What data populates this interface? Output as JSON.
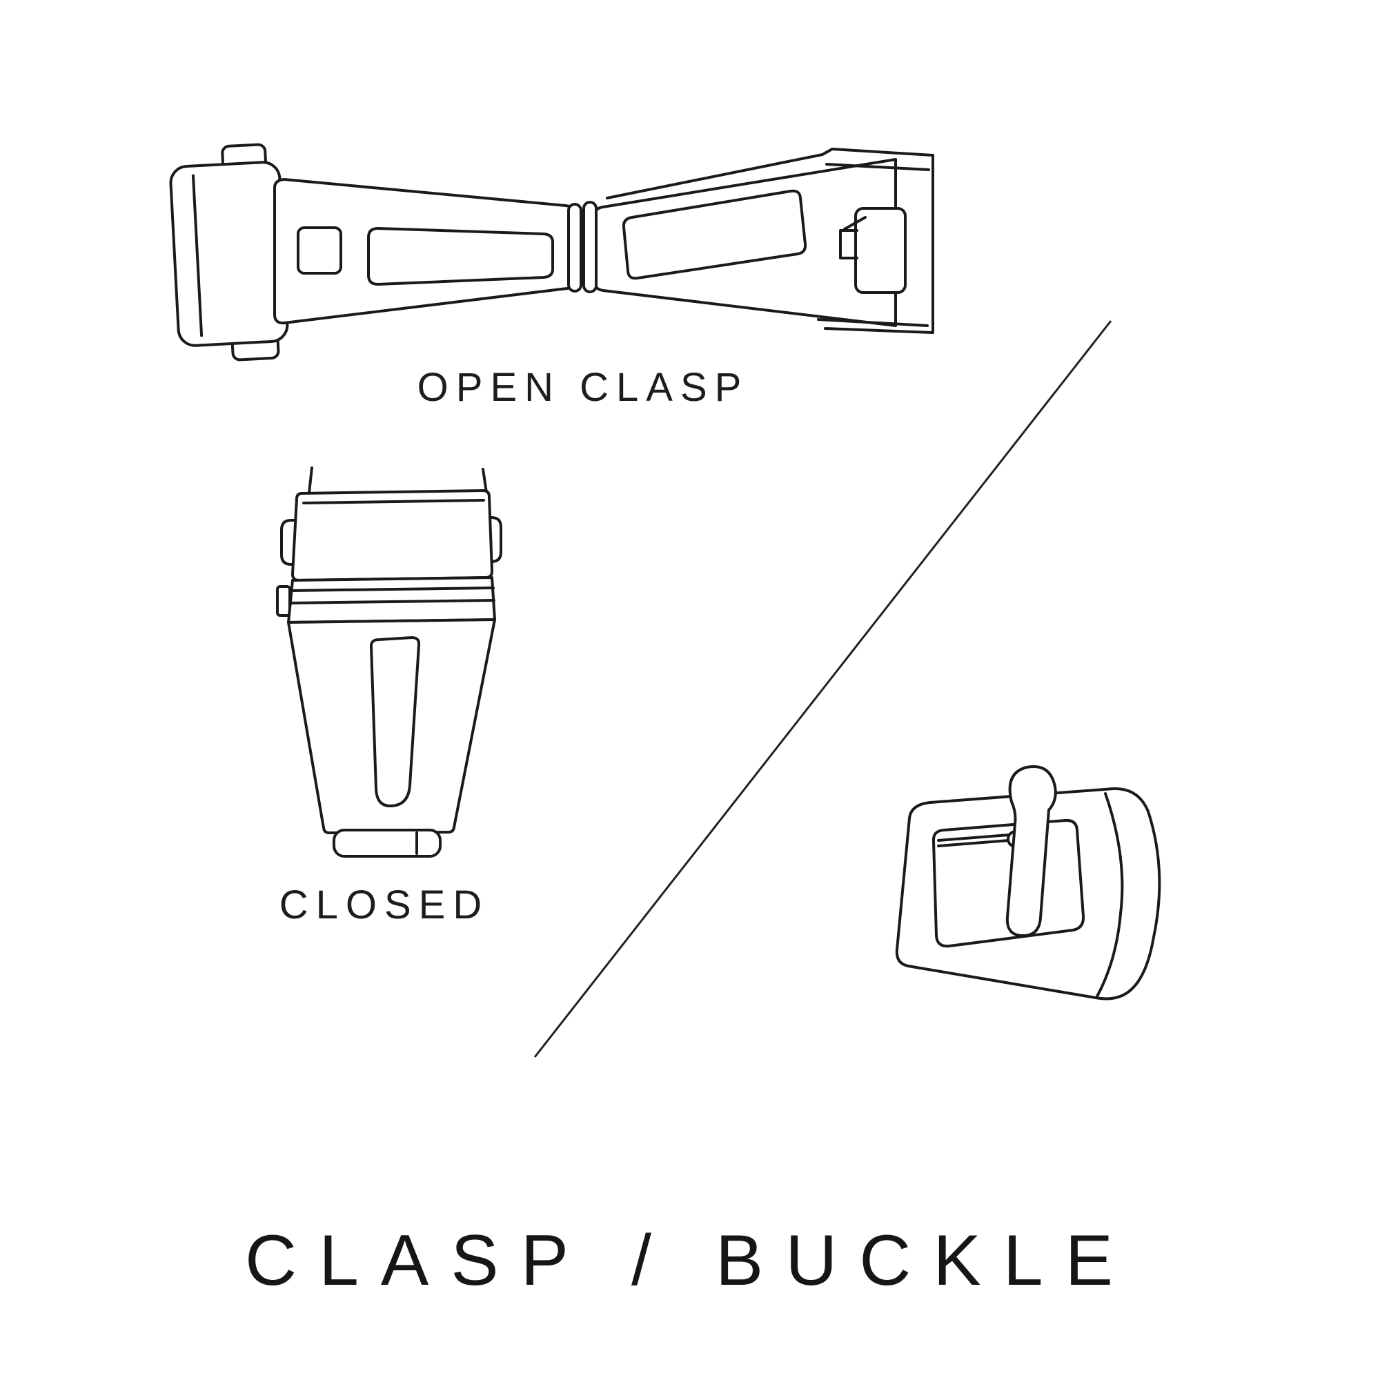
{
  "page": {
    "background_color": "#ffffff",
    "line_color": "#1a1a1a",
    "text_color": "#1d1d1d"
  },
  "labels": {
    "open_clasp": "OPEN CLASP",
    "closed": "CLOSED",
    "title": "CLASP / BUCKLE"
  },
  "figures": [
    {
      "name": "open-clasp-illustration",
      "caption": "OPEN CLASP"
    },
    {
      "name": "closed-clasp-illustration",
      "caption": "CLOSED"
    },
    {
      "name": "buckle-illustration",
      "caption": ""
    },
    {
      "name": "divider-line",
      "caption": ""
    }
  ]
}
